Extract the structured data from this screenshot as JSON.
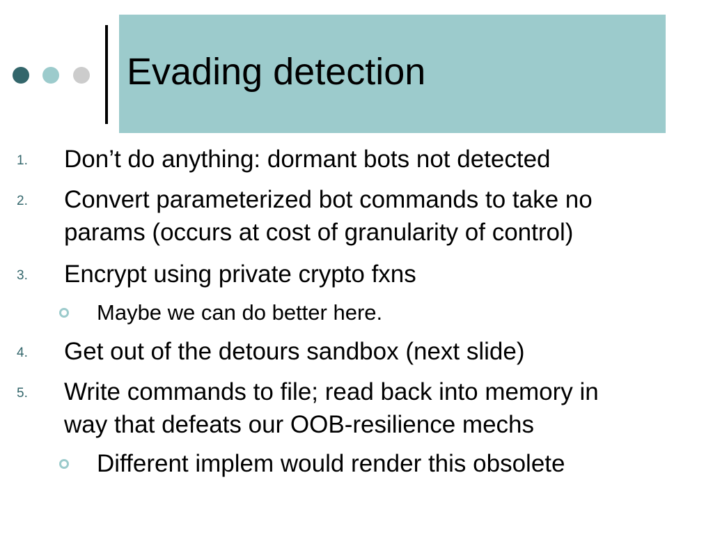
{
  "slide": {
    "title": "Evading detection",
    "items": [
      {
        "number": "1.",
        "text": "Don’t do anything: dormant bots not detected"
      },
      {
        "number": "2.",
        "line1": "Convert parameterized bot commands to take no",
        "line2": "params (occurs at cost of granularity of control)"
      },
      {
        "number": "3.",
        "text": "Encrypt using private crypto fxns",
        "sub": "Maybe we can do better here."
      },
      {
        "number": "4.",
        "text": "Get out of the detours sandbox (next slide)"
      },
      {
        "number": "5.",
        "line1": "Write commands to file; read back into memory in",
        "line2": "way that defeats our OOB-resilience mechs",
        "sub": "Different implem would render this obsolete"
      }
    ]
  },
  "colors": {
    "title_band": "#9ccbcc",
    "accent_dark": "#33666b",
    "accent_light": "#9ccbcc",
    "dot_gray": "#cccccc"
  },
  "icons": {
    "decoration": "three-dots",
    "sub_bullet": "hollow-circle-bullet"
  }
}
